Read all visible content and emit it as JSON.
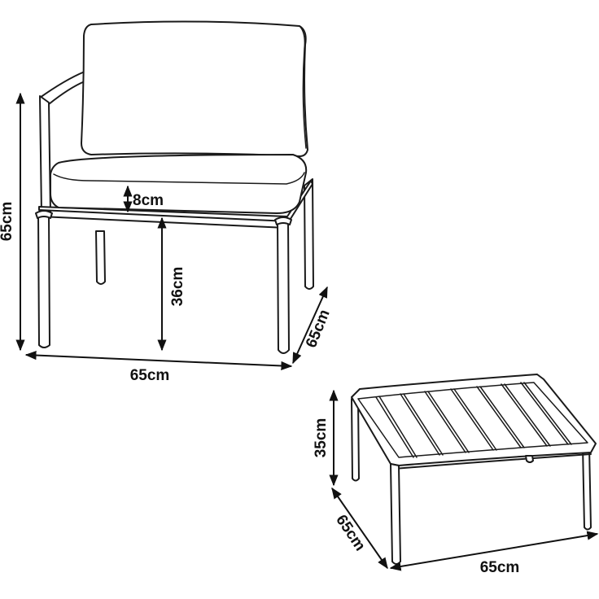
{
  "chair": {
    "height": "65cm",
    "cushion_thickness": "8cm",
    "seat_height": "36cm",
    "width": "65cm",
    "depth": "65cm"
  },
  "table": {
    "height": "35cm",
    "depth": "65cm",
    "width": "65cm"
  }
}
